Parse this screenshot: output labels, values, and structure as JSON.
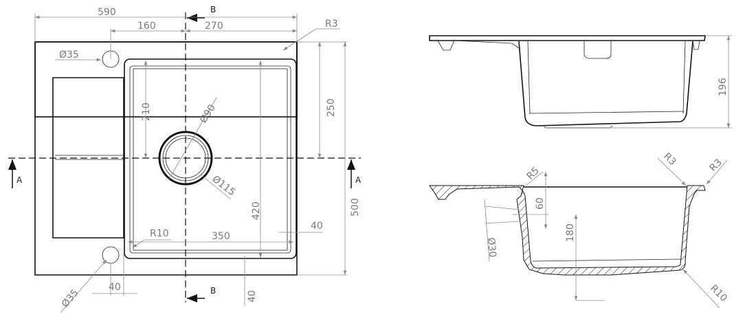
{
  "drawing": {
    "title": "Kitchen sink technical drawing",
    "colors": {
      "outline": "#111111",
      "dimension": "#8a8a8a",
      "background": "#ffffff"
    },
    "top_view": {
      "section_labels": {
        "a_left": "A",
        "a_right": "A",
        "b_top": "B",
        "b_bottom": "B"
      },
      "dimensions": {
        "overall_width": "590",
        "tap_hole_offset": "160",
        "bowl_offset": "270",
        "corner_radius": "R3",
        "tap_hole_diameter_top": "Ø35",
        "tap_hole_diameter_bottom": "Ø35",
        "drain_to_bowl_top": "210",
        "drain_inner_diameter": "Ø90",
        "drain_outer_diameter": "Ø115",
        "half_height": "250",
        "overall_height": "500",
        "bowl_height": "420",
        "bowl_width": "350",
        "bowl_corner_radius": "R10",
        "right_margin": "40",
        "bottom_margin": "40",
        "left_hole_margin": "40"
      }
    },
    "side_view": {
      "dimensions": {
        "overall_depth": "196"
      }
    },
    "section_view": {
      "dimensions": {
        "rim_radius": "R5",
        "overflow_height": "60",
        "bowl_depth": "180",
        "overflow_diameter": "Ø30",
        "right_rim_radius_1": "R3",
        "right_rim_radius_2": "R3",
        "bottom_radius": "R10"
      }
    }
  }
}
